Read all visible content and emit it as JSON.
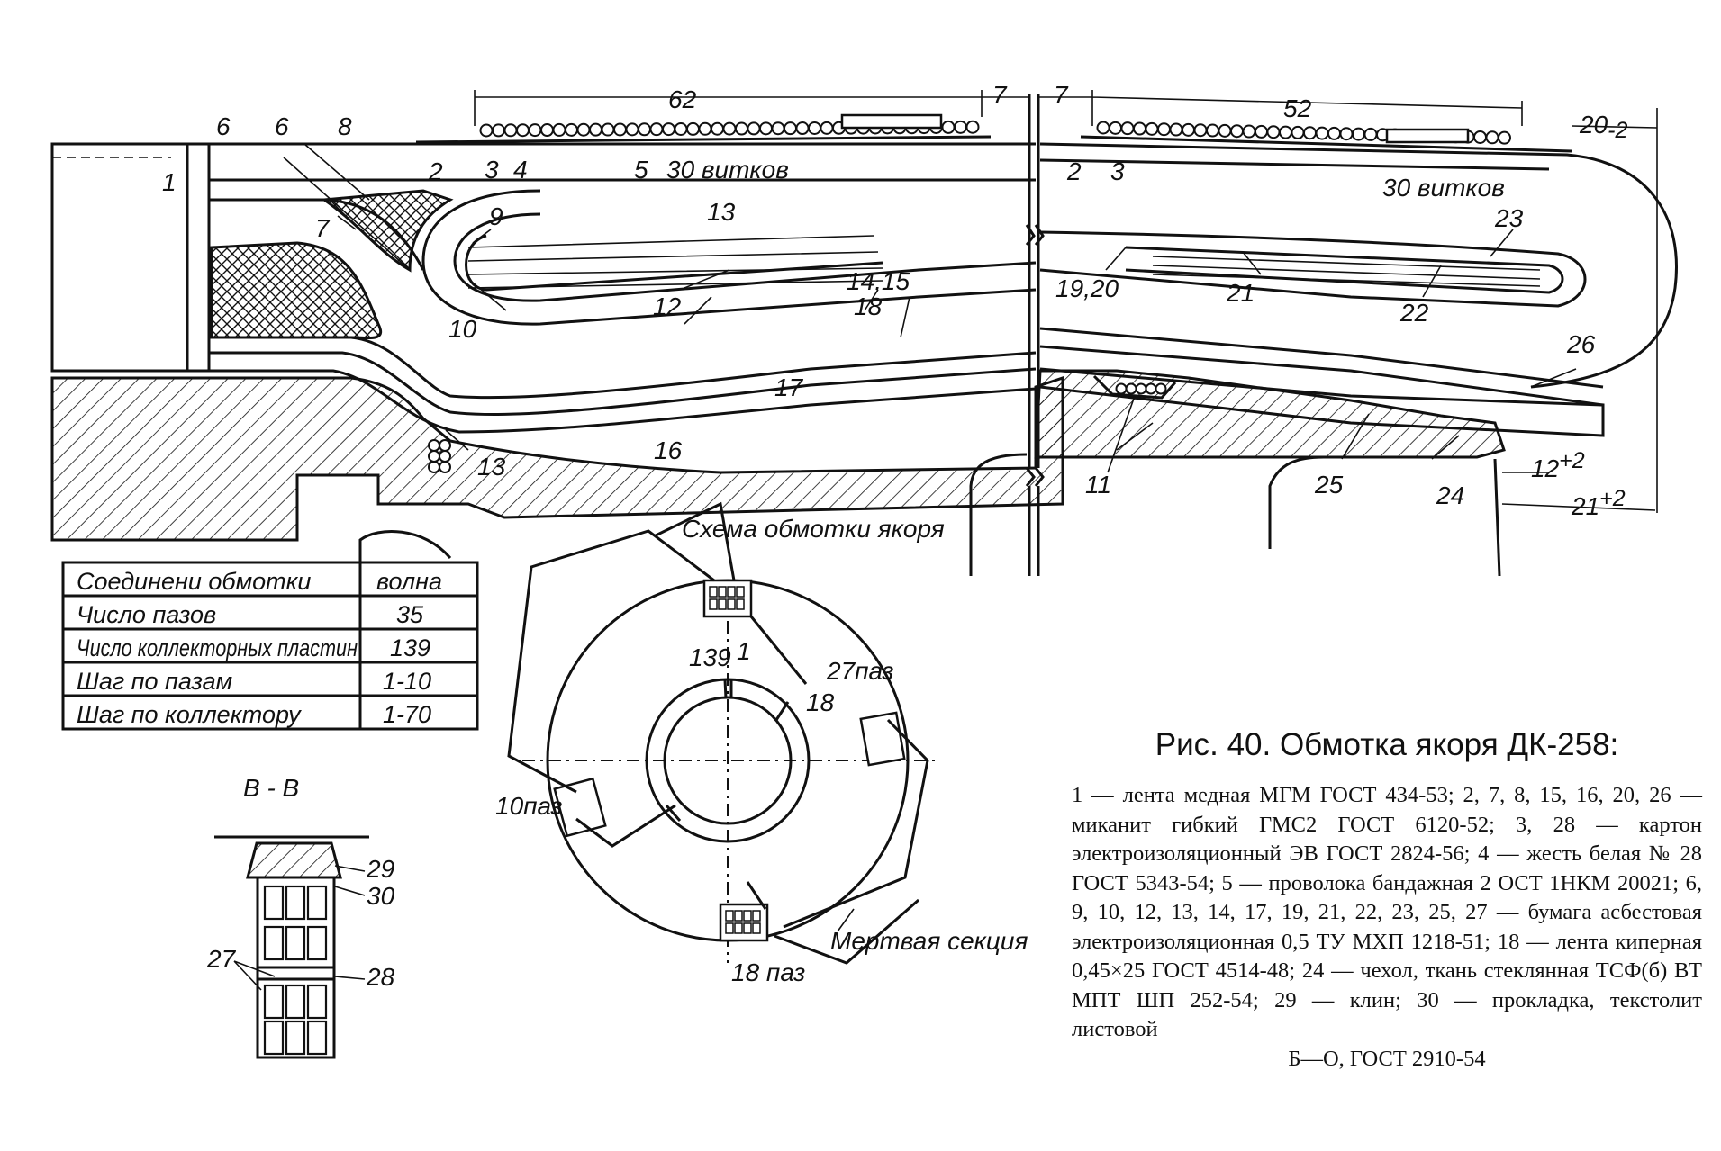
{
  "figure": {
    "caption": "Рис. 40. Обмотка якоря ДК-258:",
    "legend": "1 — лента медная МГМ ГОСТ 434-53; 2, 7, 8, 15, 16, 20, 26 — миканит гибкий ГМС2 ГОСТ 6120-52; 3, 28 — картон электроизоляционный ЭВ ГОСТ 2824-56; 4 — жесть белая № 28 ГОСТ 5343-54; 5 — проволока бандажная 2 ОСТ 1НКМ 20021; 6, 9, 10, 12, 13, 14, 17, 19, 21, 22, 23, 25, 27 — бумага асбестовая электроизоляционная 0,5 ТУ МХП 1218-51; 18 — лента киперная 0,45×25 ГОСТ 4514-48; 24 — чехол, ткань стеклянная ТСФ(б) ВТ МПТ ШП 252-54; 29 — клин; 30 — прокладка, текстолит листовой",
    "legend_end": "Б—О, ГОСТ 2910-54"
  },
  "section_view": {
    "labels": {
      "l1": "1",
      "l2a": "2",
      "l2b": "2",
      "l3a": "3",
      "l3b": "3",
      "l4": "4",
      "l5": "5",
      "l6a": "6",
      "l6b": "6",
      "l7": "7",
      "l8": "8",
      "l9": "9",
      "l10": "10",
      "l11": "11",
      "l12": "12",
      "l13a": "13",
      "l13b": "13",
      "l1415": "14,15",
      "l16": "16",
      "l17": "17",
      "l18": "18",
      "l1920": "19,20",
      "l21": "21",
      "l22": "22",
      "l23": "23",
      "l24": "24",
      "l25": "25",
      "l26": "26"
    },
    "band_left_turns": "30 витков",
    "band_right_turns": "30 витков",
    "dim_62": "62",
    "dim_52": "52",
    "dim_7a": "7",
    "dim_7b": "7",
    "dim_20": "20",
    "dim_20_tol": "-2",
    "dim_12": "12",
    "dim_12_tol": "+2",
    "dim_21": "21",
    "dim_21_tol": "+2"
  },
  "winding_table": {
    "rows": [
      {
        "param": "Соединени обмотки",
        "value": "волна"
      },
      {
        "param": "Число пазов",
        "value": "35"
      },
      {
        "param": "Число коллекторных пластин",
        "value": "139"
      },
      {
        "param": "Шаг по пазам",
        "value": "1-10"
      },
      {
        "param": "Шаг по коллектору",
        "value": "1-70"
      }
    ]
  },
  "scheme": {
    "title": "Схема обмотки якоря",
    "label_139": "139",
    "label_1": "1",
    "label_18": "18",
    "slot_27": "27паз",
    "slot_10": "10паз",
    "slot_18": "18 паз",
    "dead_section": "Мертвая секция"
  },
  "detail_bb": {
    "title": "В - В",
    "l29": "29",
    "l30": "30",
    "l27": "27",
    "l28": "28"
  }
}
